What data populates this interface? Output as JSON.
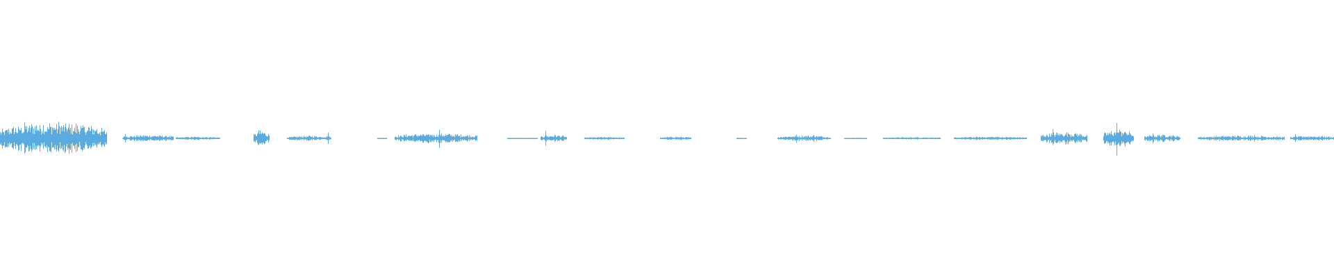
{
  "waveform": {
    "color": "#5aace0",
    "background": "#ffffff",
    "duration_relative": 1.0,
    "segments": [
      {
        "start": 0.0,
        "end": 0.08,
        "level": 0.95
      },
      {
        "start": 0.092,
        "end": 0.13,
        "level": 0.2
      },
      {
        "start": 0.132,
        "end": 0.165,
        "level": 0.1
      },
      {
        "start": 0.19,
        "end": 0.202,
        "level": 0.42
      },
      {
        "start": 0.215,
        "end": 0.248,
        "level": 0.15
      },
      {
        "start": 0.283,
        "end": 0.29,
        "level": 0.02
      },
      {
        "start": 0.296,
        "end": 0.358,
        "level": 0.28
      },
      {
        "start": 0.38,
        "end": 0.403,
        "level": 0.02
      },
      {
        "start": 0.405,
        "end": 0.425,
        "level": 0.2
      },
      {
        "start": 0.438,
        "end": 0.468,
        "level": 0.08
      },
      {
        "start": 0.495,
        "end": 0.518,
        "level": 0.1
      },
      {
        "start": 0.552,
        "end": 0.56,
        "level": 0.02
      },
      {
        "start": 0.583,
        "end": 0.623,
        "level": 0.17
      },
      {
        "start": 0.633,
        "end": 0.65,
        "level": 0.03
      },
      {
        "start": 0.662,
        "end": 0.705,
        "level": 0.07
      },
      {
        "start": 0.715,
        "end": 0.77,
        "level": 0.1
      },
      {
        "start": 0.78,
        "end": 0.815,
        "level": 0.36
      },
      {
        "start": 0.827,
        "end": 0.85,
        "level": 0.52
      },
      {
        "start": 0.858,
        "end": 0.885,
        "level": 0.22
      },
      {
        "start": 0.898,
        "end": 0.963,
        "level": 0.16
      },
      {
        "start": 0.967,
        "end": 1.0,
        "level": 0.15
      }
    ],
    "spikes": [
      {
        "at": 0.018,
        "level": 1.0
      },
      {
        "at": 0.04,
        "level": 0.42
      },
      {
        "at": 0.058,
        "level": 0.6
      },
      {
        "at": 0.072,
        "level": 0.5
      },
      {
        "at": 0.094,
        "level": 0.28
      },
      {
        "at": 0.194,
        "level": 0.45
      },
      {
        "at": 0.246,
        "level": 0.32
      },
      {
        "at": 0.329,
        "level": 0.52
      },
      {
        "at": 0.409,
        "level": 0.4
      },
      {
        "at": 0.597,
        "level": 0.25
      },
      {
        "at": 0.61,
        "level": 0.2
      },
      {
        "at": 0.789,
        "level": 0.48
      },
      {
        "at": 0.837,
        "level": 0.95
      },
      {
        "at": 0.864,
        "level": 0.28
      },
      {
        "at": 0.94,
        "level": 0.22
      },
      {
        "at": 0.971,
        "level": 0.24
      }
    ]
  }
}
